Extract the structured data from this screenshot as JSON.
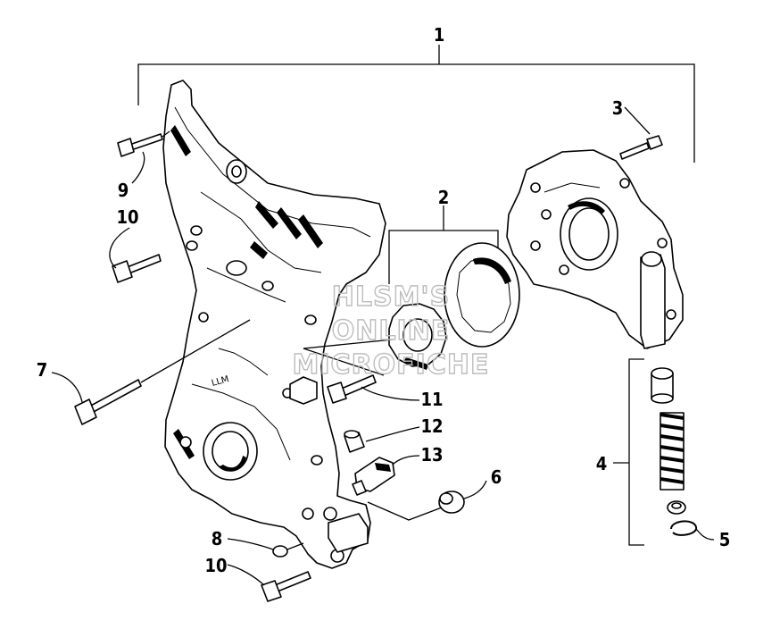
{
  "callouts": {
    "c1": "1",
    "c2": "2",
    "c3": "3",
    "c4": "4",
    "c5": "5",
    "c6": "6",
    "c7": "7",
    "c8": "8",
    "c9": "9",
    "c10a": "10",
    "c10b": "10",
    "c11": "11",
    "c12": "12",
    "c13": "13"
  },
  "watermark": {
    "line1": "HLSM'S",
    "line2": "ONLINE",
    "line3": "MICROFICHE"
  }
}
